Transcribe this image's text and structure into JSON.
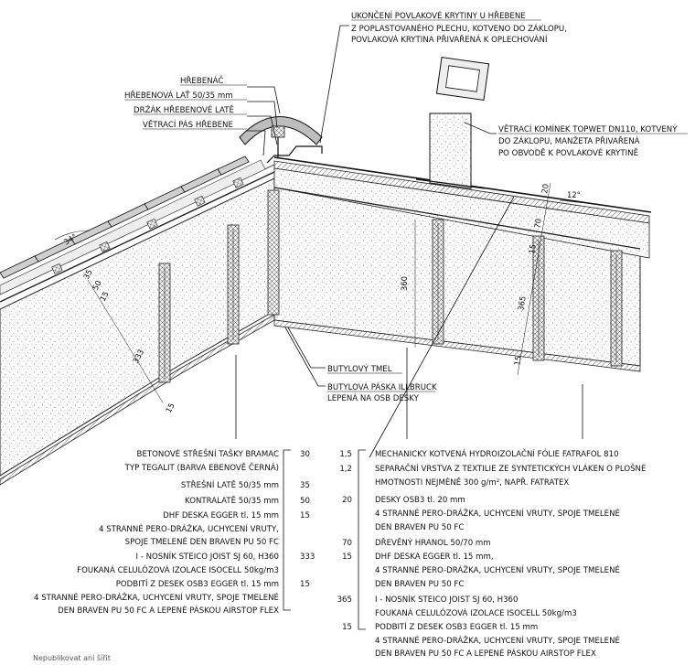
{
  "callouts": {
    "ridge_end_title": "UKONČENÍ POVLAKOVÉ KRYTINY U HŘEBENE",
    "ridge_end_line2": "Z POPLASTOVANÉHO PLECHU, KOTVENO DO ZÁKLOPU,",
    "ridge_end_line3": "POVLAKOVÁ KRYTINA PŘIVAŘENÁ K OPLECHOVÁNÍ",
    "hrebenac": "HŘEBENÁČ",
    "hrebenova_lat": "HŘEBENOVÁ LAŤ 50/35 mm",
    "drzak": "DRŽÁK HŘEBENOVÉ LATĚ",
    "vetraci_pas": "VĚTRACÍ PÁS HŘEBENE",
    "vent_line1": "VĚTRACÍ KOMÍNEK TOPWET DN110, KOTVENÝ",
    "vent_line2": "DO ZÁKLOPU, MANŽETA PŘIVAŘENÁ",
    "vent_line3": "PO OBVODĚ K POVLAKOVÉ KRYTINĚ",
    "butyl_tmel": "BUTYLOVÝ TMEL",
    "butyl_paska": "BUTYLOVÁ PÁSKA ILLBRUCK",
    "butyl_paska2": "LEPENÁ NA OSB DESKY"
  },
  "dimensions": {
    "angle_left": "34°",
    "angle_right": "12°",
    "d35": "35",
    "d50": "50",
    "d15a": "15",
    "d333": "333",
    "d15b": "15",
    "d360": "360",
    "d20": "20",
    "d70": "70",
    "d15c": "15",
    "d365": "365",
    "d15d": "15"
  },
  "left_legend": [
    {
      "text": "BETONOVÉ STŘEŠNÍ TAŠKY BRAMAC",
      "value": "30"
    },
    {
      "text": "TYP TEGALIT (BARVA EBENOVĚ ČERNÁ)",
      "value": ""
    },
    {
      "text": "STŘEŠNÍ LATĚ 50/35 mm",
      "value": "35"
    },
    {
      "text": "KONTRALATĚ 50/35 mm",
      "value": "50"
    },
    {
      "text": "DHF DESKA EGGER tl. 15 mm",
      "value": "15"
    },
    {
      "text": "4 STRANNÉ PERO-DRÁŽKA, UCHYCENÍ VRUTY,",
      "value": ""
    },
    {
      "text": "SPOJE TMELENÉ DEN BRAVEN PU 50 FC",
      "value": ""
    },
    {
      "text": "I - NOSNÍK STEICO JOIST SJ 60, H360",
      "value": "333"
    },
    {
      "text": "FOUKANÁ CELULÓZOVÁ IZOLACE ISOCELL 50kg/m3",
      "value": ""
    },
    {
      "text": "PODBITÍ Z DESEK OSB3 EGGER tl. 15 mm",
      "value": "15"
    },
    {
      "text": "4 STRANNÉ PERO-DRÁŽKA, UCHYCENÍ VRUTY, SPOJE TMELENÉ",
      "value": ""
    },
    {
      "text": "DEN BRAVEN PU 50 FC A LEPENÉ PÁSKOU AIRSTOP FLEX",
      "value": ""
    }
  ],
  "right_legend": [
    {
      "value": "1,5",
      "text": "MECHANICKY KOTVENÁ HYDROIZOLAČNÍ FÓLIE FATRAFOL 810"
    },
    {
      "value": "1,2",
      "text": "SEPARAČNÍ VRSTVA Z TEXTILIE ZE SYNTETICKÝCH VLÁKEN O PLOŠNÉ"
    },
    {
      "value": "",
      "text": "HMOTNOSTI NEJMÉNĚ 300 g/m², NAPŘ. FATRATEX"
    },
    {
      "value": "20",
      "text": "DESKY OSB3 tl. 20 mm"
    },
    {
      "value": "",
      "text": "4 STRANNÉ PERO-DRÁŽKA, UCHYCENÍ VRUTY, SPOJE TMELENÉ"
    },
    {
      "value": "",
      "text": "DEN BRAVEN PU 50 FC"
    },
    {
      "value": "70",
      "text": "DŘEVĚNÝ HRANOL 50/70 mm"
    },
    {
      "value": "15",
      "text": "DHF DESKA EGGER tl. 15 mm,"
    },
    {
      "value": "",
      "text": "4 STRANNÉ PERO-DRÁŽKA, UCHYCENÍ VRUTY, SPOJE TMELENÉ"
    },
    {
      "value": "",
      "text": "DEN BRAVEN PU 50 FC"
    },
    {
      "value": "365",
      "text": "I - NOSNÍK STEICO JOIST SJ 60, H360"
    },
    {
      "value": "",
      "text": "FOUKANÁ CELULÓZOVÁ IZOLACE ISOCELL 50kg/m3"
    },
    {
      "value": "15",
      "text": "PODBITÍ Z DESEK OSB3 EGGER tl. 15 mm"
    },
    {
      "value": "",
      "text": "4 STRANNÉ PERO-DRÁŽKA, UCHYCENÍ VRUTY, SPOJE TMELENÉ"
    },
    {
      "value": "",
      "text": "DEN BRAVEN PU 50 FC A LEPENÉ PÁSKOU AIRSTOP FLEX"
    }
  ],
  "footer": "Nepublikovat ani šířit"
}
